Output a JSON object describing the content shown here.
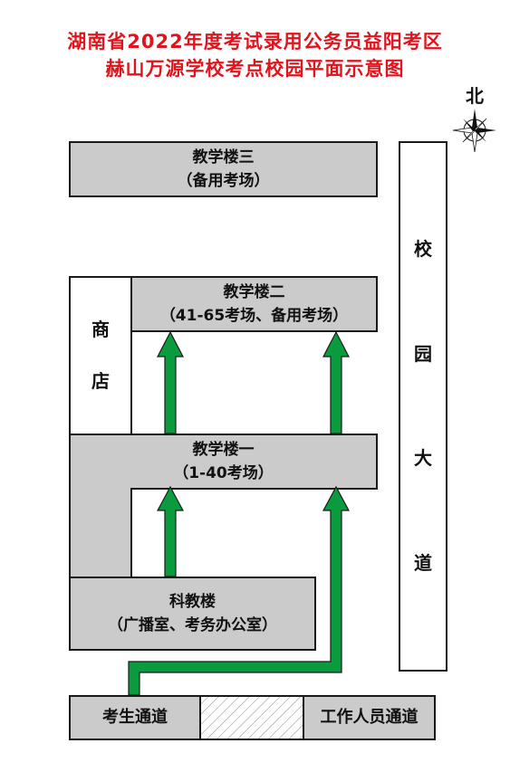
{
  "title": {
    "line1": "湖南省2022年度考试录用公务员益阳考区",
    "line2": "赫山万源学校考点校园平面示意图"
  },
  "compass": {
    "label": "北",
    "icon": "compass-rose-icon"
  },
  "buildings": {
    "building3": {
      "name": "教学楼三",
      "note": "（备用考场）"
    },
    "building2": {
      "name": "教学楼二",
      "note": "（41-65考场、备用考场）"
    },
    "building1": {
      "name": "教学楼一",
      "note": "（1-40考场）"
    },
    "science": {
      "name": "科教楼",
      "note": "（广播室、考务办公室）"
    },
    "shop": {
      "char1": "商",
      "char2": "店"
    }
  },
  "avenue": {
    "chars": [
      "校",
      "园",
      "大",
      "道"
    ]
  },
  "gates": {
    "student": "考生通道",
    "staff": "工作人员通道"
  },
  "colors": {
    "title_red": "#e0141c",
    "building_grey": "#cbcbcb",
    "arrow_green": "#0a9b3e",
    "outline": "#1a1a1a"
  }
}
